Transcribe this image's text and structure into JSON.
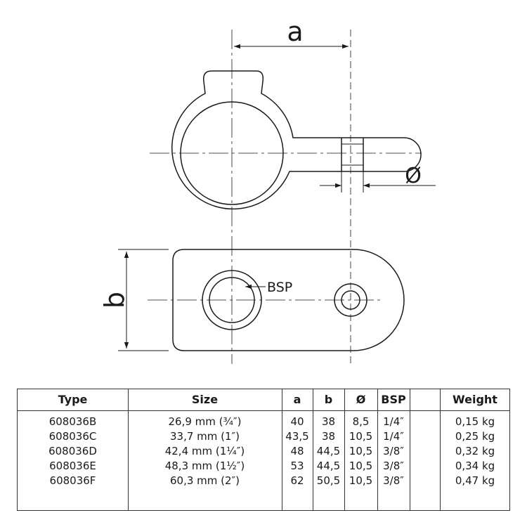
{
  "labels": {
    "dim_a": "a",
    "dim_b": "b",
    "dim_d": "Ø",
    "bsp": "BSP"
  },
  "table": {
    "headers": {
      "type": "Type",
      "size": "Size",
      "a": "a",
      "b": "b",
      "d": "Ø",
      "bsp": "BSP",
      "weight": "Weight"
    },
    "rows": [
      {
        "type": "608036B",
        "size": "26,9 mm (¾″)",
        "a": "40",
        "b": "38",
        "d": "8,5",
        "bsp": "1/4″",
        "weight": "0,15 kg"
      },
      {
        "type": "608036C",
        "size": "33,7 mm (1″)",
        "a": "43,5",
        "b": "38",
        "d": "10,5",
        "bsp": "1/4″",
        "weight": "0,25 kg"
      },
      {
        "type": "608036D",
        "size": "42,4 mm (1¼″)",
        "a": "48",
        "b": "44,5",
        "d": "10,5",
        "bsp": "3/8″",
        "weight": "0,32 kg"
      },
      {
        "type": "608036E",
        "size": "48,3 mm (1½″)",
        "a": "53",
        "b": "44,5",
        "d": "10,5",
        "bsp": "3/8″",
        "weight": "0,34 kg"
      },
      {
        "type": "608036F",
        "size": "60,3 mm (2″)",
        "a": "62",
        "b": "50,5",
        "d": "10,5",
        "bsp": "3/8″",
        "weight": "0,47 kg"
      }
    ]
  }
}
